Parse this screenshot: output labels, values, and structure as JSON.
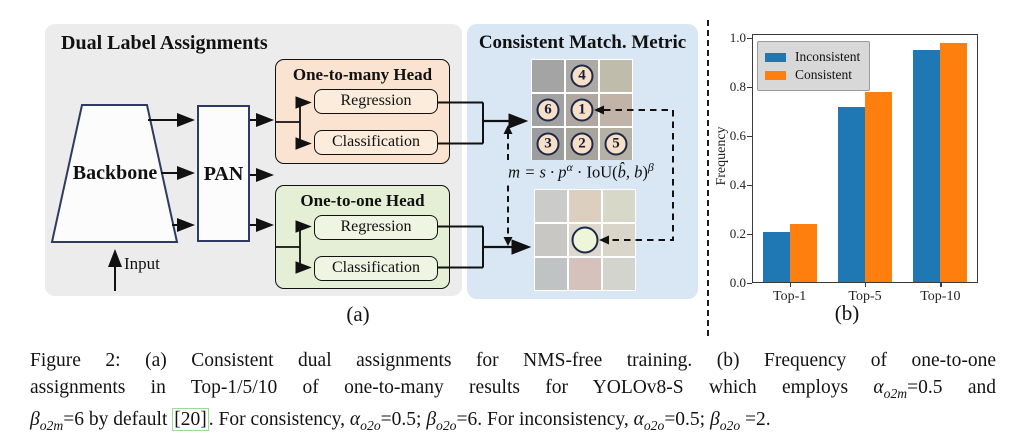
{
  "figure": {
    "panel_a_label": "(a)",
    "panel_b_label": "(b)"
  },
  "diagram": {
    "title": "Dual Label Assignments",
    "backbone_label": "Backbone",
    "pan_label": "PAN",
    "input_label": "Input",
    "one_to_many": {
      "title": "One-to-many Head",
      "boxes": [
        "Regression",
        "Classification"
      ]
    },
    "one_to_one": {
      "title": "One-to-one Head",
      "boxes": [
        "Regression",
        "Classification"
      ]
    }
  },
  "match_metric": {
    "title": "Consistent Match. Metric",
    "formula": {
      "base": "m = s · p",
      "alpha": "α",
      "mid": " · IoU(",
      "args": "b̂, b",
      "close": ")",
      "beta": "β"
    },
    "grid_top_numbers": [
      null,
      4,
      null,
      6,
      1,
      null,
      3,
      2,
      5
    ],
    "grid_bottom_circle_index": 4
  },
  "chart_data": {
    "type": "bar",
    "categories": [
      "Top-1",
      "Top-5",
      "Top-10"
    ],
    "series": [
      {
        "name": "Inconsistent",
        "color": "#1f77b4",
        "values": [
          0.21,
          0.72,
          0.95
        ]
      },
      {
        "name": "Consistent",
        "color": "#ff7f0e",
        "values": [
          0.24,
          0.78,
          0.98
        ]
      }
    ],
    "title": "",
    "xlabel": "",
    "ylabel": "Frequency",
    "ylim": [
      0.0,
      1.0
    ],
    "yticks": [
      "0.0",
      "0.2",
      "0.4",
      "0.6",
      "0.8",
      "1.0"
    ],
    "legend_position": "upper left",
    "grid": false
  },
  "colors": {
    "panel_a_bg": "#ececec",
    "panel_b_bg": "#d9e7f5",
    "one_to_many_bg": "#fae3d0",
    "one_to_one_bg": "#e4efd6",
    "node_border": "#2e3a62",
    "bar_blue": "#1f77b4",
    "bar_orange": "#ff7f0e",
    "citation_box": "#98dc98"
  },
  "caption": {
    "line1": "Figure 2:  (a) Consistent dual assignments for NMS-free training.  (b) Frequency of one-to-one",
    "l2a": "assignments in Top-1/5/10 of one-to-many results for YOLOv8-S which employs ",
    "alpha": "α",
    "beta": "β",
    "sub_o2m": "o2m",
    "sub_o2o": "o2o",
    "l2b": "=0.5 and",
    "l3_eq6": "=6 by default ",
    "cite": "[20]",
    "l3_cons": ". For consistency, ",
    "l3_eq05": "=0.5; ",
    "l3_eq6b": "=6. For inconsistency, ",
    "l3_eq05b": "=0.5; ",
    "l3_end": " =2."
  }
}
